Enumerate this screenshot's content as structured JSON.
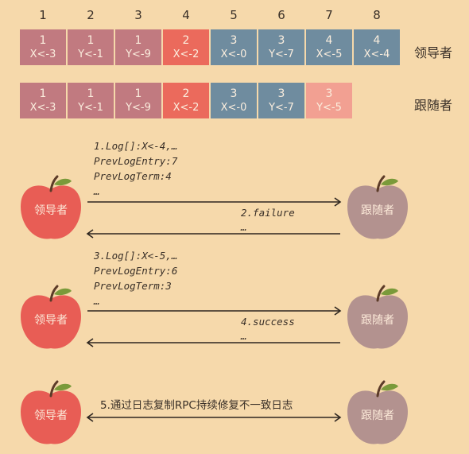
{
  "indices": [
    "1",
    "2",
    "3",
    "4",
    "5",
    "6",
    "7",
    "8"
  ],
  "colors": {
    "term1": "#c17a80",
    "term2": "#eb6a5c",
    "term3": "#6f8c9f",
    "term4": "#6f8c9f",
    "term3_conflict": "#f2a092",
    "leader_apple": "#e85d55",
    "follower_apple": "#b3928f",
    "background": "#f6d9ab"
  },
  "leader_log": {
    "label": "领导者",
    "entries": [
      {
        "term": "1",
        "cmd": "X<-3"
      },
      {
        "term": "1",
        "cmd": "Y<-1"
      },
      {
        "term": "1",
        "cmd": "Y<-9"
      },
      {
        "term": "2",
        "cmd": "X<-2"
      },
      {
        "term": "3",
        "cmd": "X<-0"
      },
      {
        "term": "3",
        "cmd": "Y<-7"
      },
      {
        "term": "4",
        "cmd": "X<-5"
      },
      {
        "term": "4",
        "cmd": "X<-4"
      }
    ]
  },
  "follower_log": {
    "label": "跟随者",
    "entries": [
      {
        "term": "1",
        "cmd": "X<-3"
      },
      {
        "term": "1",
        "cmd": "Y<-1"
      },
      {
        "term": "1",
        "cmd": "Y<-9"
      },
      {
        "term": "2",
        "cmd": "X<-2"
      },
      {
        "term": "3",
        "cmd": "X<-0"
      },
      {
        "term": "3",
        "cmd": "Y<-7"
      },
      {
        "term": "3",
        "cmd": "Y<-5"
      }
    ]
  },
  "exchange1": {
    "request": {
      "line1": "1.Log[]:X<-4,…",
      "line2": "PrevLogEntry:7",
      "line3": "PrevLogTerm:4",
      "line4": "…"
    },
    "reply": {
      "line1": "2.failure",
      "line2": "…"
    },
    "leader_label": "领导者",
    "follower_label": "跟随者"
  },
  "exchange2": {
    "request": {
      "line1": "3.Log[]:X<-5,…",
      "line2": "PrevLogEntry:6",
      "line3": "PrevLogTerm:3",
      "line4": "…"
    },
    "reply": {
      "line1": "4.success",
      "line2": "…"
    },
    "leader_label": "领导者",
    "follower_label": "跟随者"
  },
  "exchange3": {
    "message": "5.通过日志复制RPC持续修复不一致日志",
    "leader_label": "领导者",
    "follower_label": "跟随者"
  }
}
